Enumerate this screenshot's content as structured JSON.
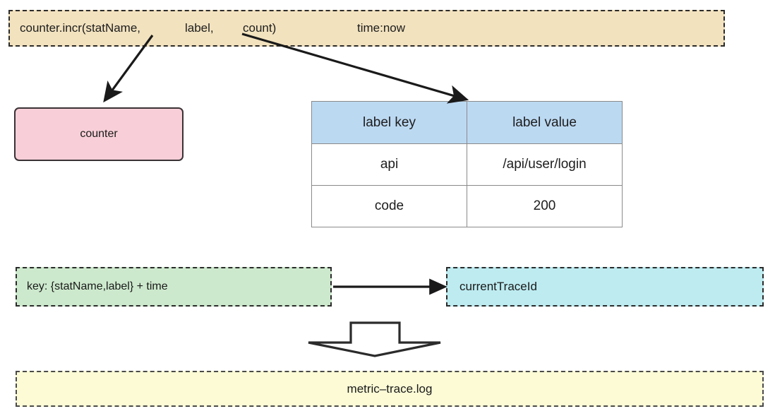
{
  "diagram": {
    "signature": {
      "statname_text": "counter.incr(statName,",
      "label_text": "label,",
      "count_text": "count)",
      "time_text": "time:now",
      "fill": "#F2E2BE"
    },
    "counter": {
      "label": "counter",
      "fill": "#F8CFD8",
      "border": "#3a3236"
    },
    "label_table": {
      "headers": [
        "label key",
        "label value"
      ],
      "header_fill": "#BCD9F2",
      "rows": [
        [
          "api",
          "/api/user/login"
        ],
        [
          "code",
          "200"
        ]
      ]
    },
    "key_box": {
      "label": "key: {statName,label} + time",
      "fill": "#CDE9CD"
    },
    "trace_box": {
      "label": "currentTraceId",
      "fill": "#BDEBF0"
    },
    "log_box": {
      "label": "metric–trace.log",
      "fill": "#FCFBD6"
    },
    "connectors": {
      "statname_to_counter": "arrow-statname-to-counter",
      "count_to_table": "arrow-count-to-table",
      "key_to_trace": "arrow-key-to-trace",
      "merge_to_log": "block-arrow-down"
    }
  }
}
